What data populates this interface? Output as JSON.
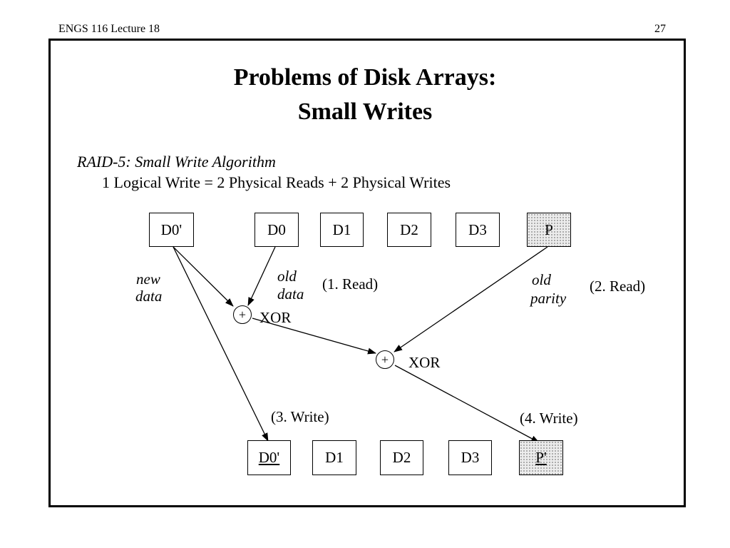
{
  "header": {
    "left": "ENGS 116  Lecture 18",
    "page_number": "27"
  },
  "title": {
    "line1": "Problems of Disk Arrays:",
    "line2": "Small Writes"
  },
  "subtitle": "RAID-5: Small Write Algorithm",
  "formula": "1 Logical Write = 2 Physical Reads + 2  Physical Writes",
  "top_row": {
    "new_data": "D0'",
    "disks": [
      "D0",
      "D1",
      "D2",
      "D3"
    ],
    "parity": "P"
  },
  "bottom_row": {
    "new_data": "D0'",
    "disks": [
      "D1",
      "D2",
      "D3"
    ],
    "parity": "P'"
  },
  "labels": {
    "new_data": [
      "new",
      "data"
    ],
    "old_data": [
      "old",
      "data"
    ],
    "old_parity": [
      "old",
      "parity"
    ],
    "read1": "(1. Read)",
    "read2": "(2. Read)",
    "write3": "(3. Write)",
    "write4": "(4. Write)",
    "xor1": "XOR",
    "xor2": "XOR",
    "plus": "+"
  },
  "colors": {
    "border": "#000000",
    "parity_fill": "#ececec",
    "background": "#ffffff"
  }
}
